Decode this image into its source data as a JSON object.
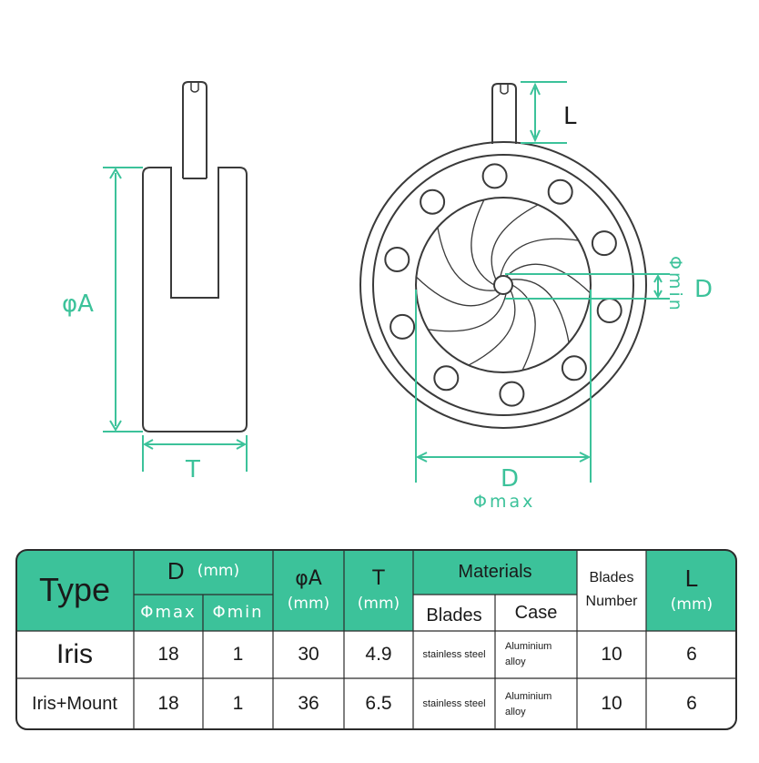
{
  "diagram": {
    "side_view": {
      "height_label": "φA",
      "thickness_label": "T"
    },
    "front_view": {
      "lever_label": "L",
      "min_label": "D",
      "min_sub_label": "Φmin",
      "max_label": "D",
      "max_sub_label": "Φmax"
    }
  },
  "table": {
    "header": {
      "type": "Type",
      "d": "D",
      "d_unit": "(mm)",
      "phi_max": "Φmax",
      "phi_min": "Φmin",
      "phi_a": "φA",
      "phi_a_unit": "(mm)",
      "t": "T",
      "t_unit": "(mm)",
      "materials": "Materials",
      "blades": "Blades",
      "case": "Case",
      "blades_number_1": "Blades",
      "blades_number_2": "Number",
      "l": "L",
      "l_unit": "(mm)"
    },
    "rows": [
      {
        "type": "Iris",
        "phi_max": "18",
        "phi_min": "1",
        "phi_a": "30",
        "t": "4.9",
        "blades": "stainless steel",
        "case_1": "Aluminium",
        "case_2": "alloy",
        "blade_count": "10",
        "l": "6"
      },
      {
        "type": "Iris+Mount",
        "phi_max": "18",
        "phi_min": "1",
        "phi_a": "36",
        "t": "6.5",
        "blades": "stainless steel",
        "case_1": "Aluminium",
        "case_2": "alloy",
        "blade_count": "10",
        "l": "6"
      }
    ]
  },
  "colors": {
    "accent": "#3cc29a",
    "line": "#3a3a3a",
    "header_bg": "#3cc29a"
  }
}
